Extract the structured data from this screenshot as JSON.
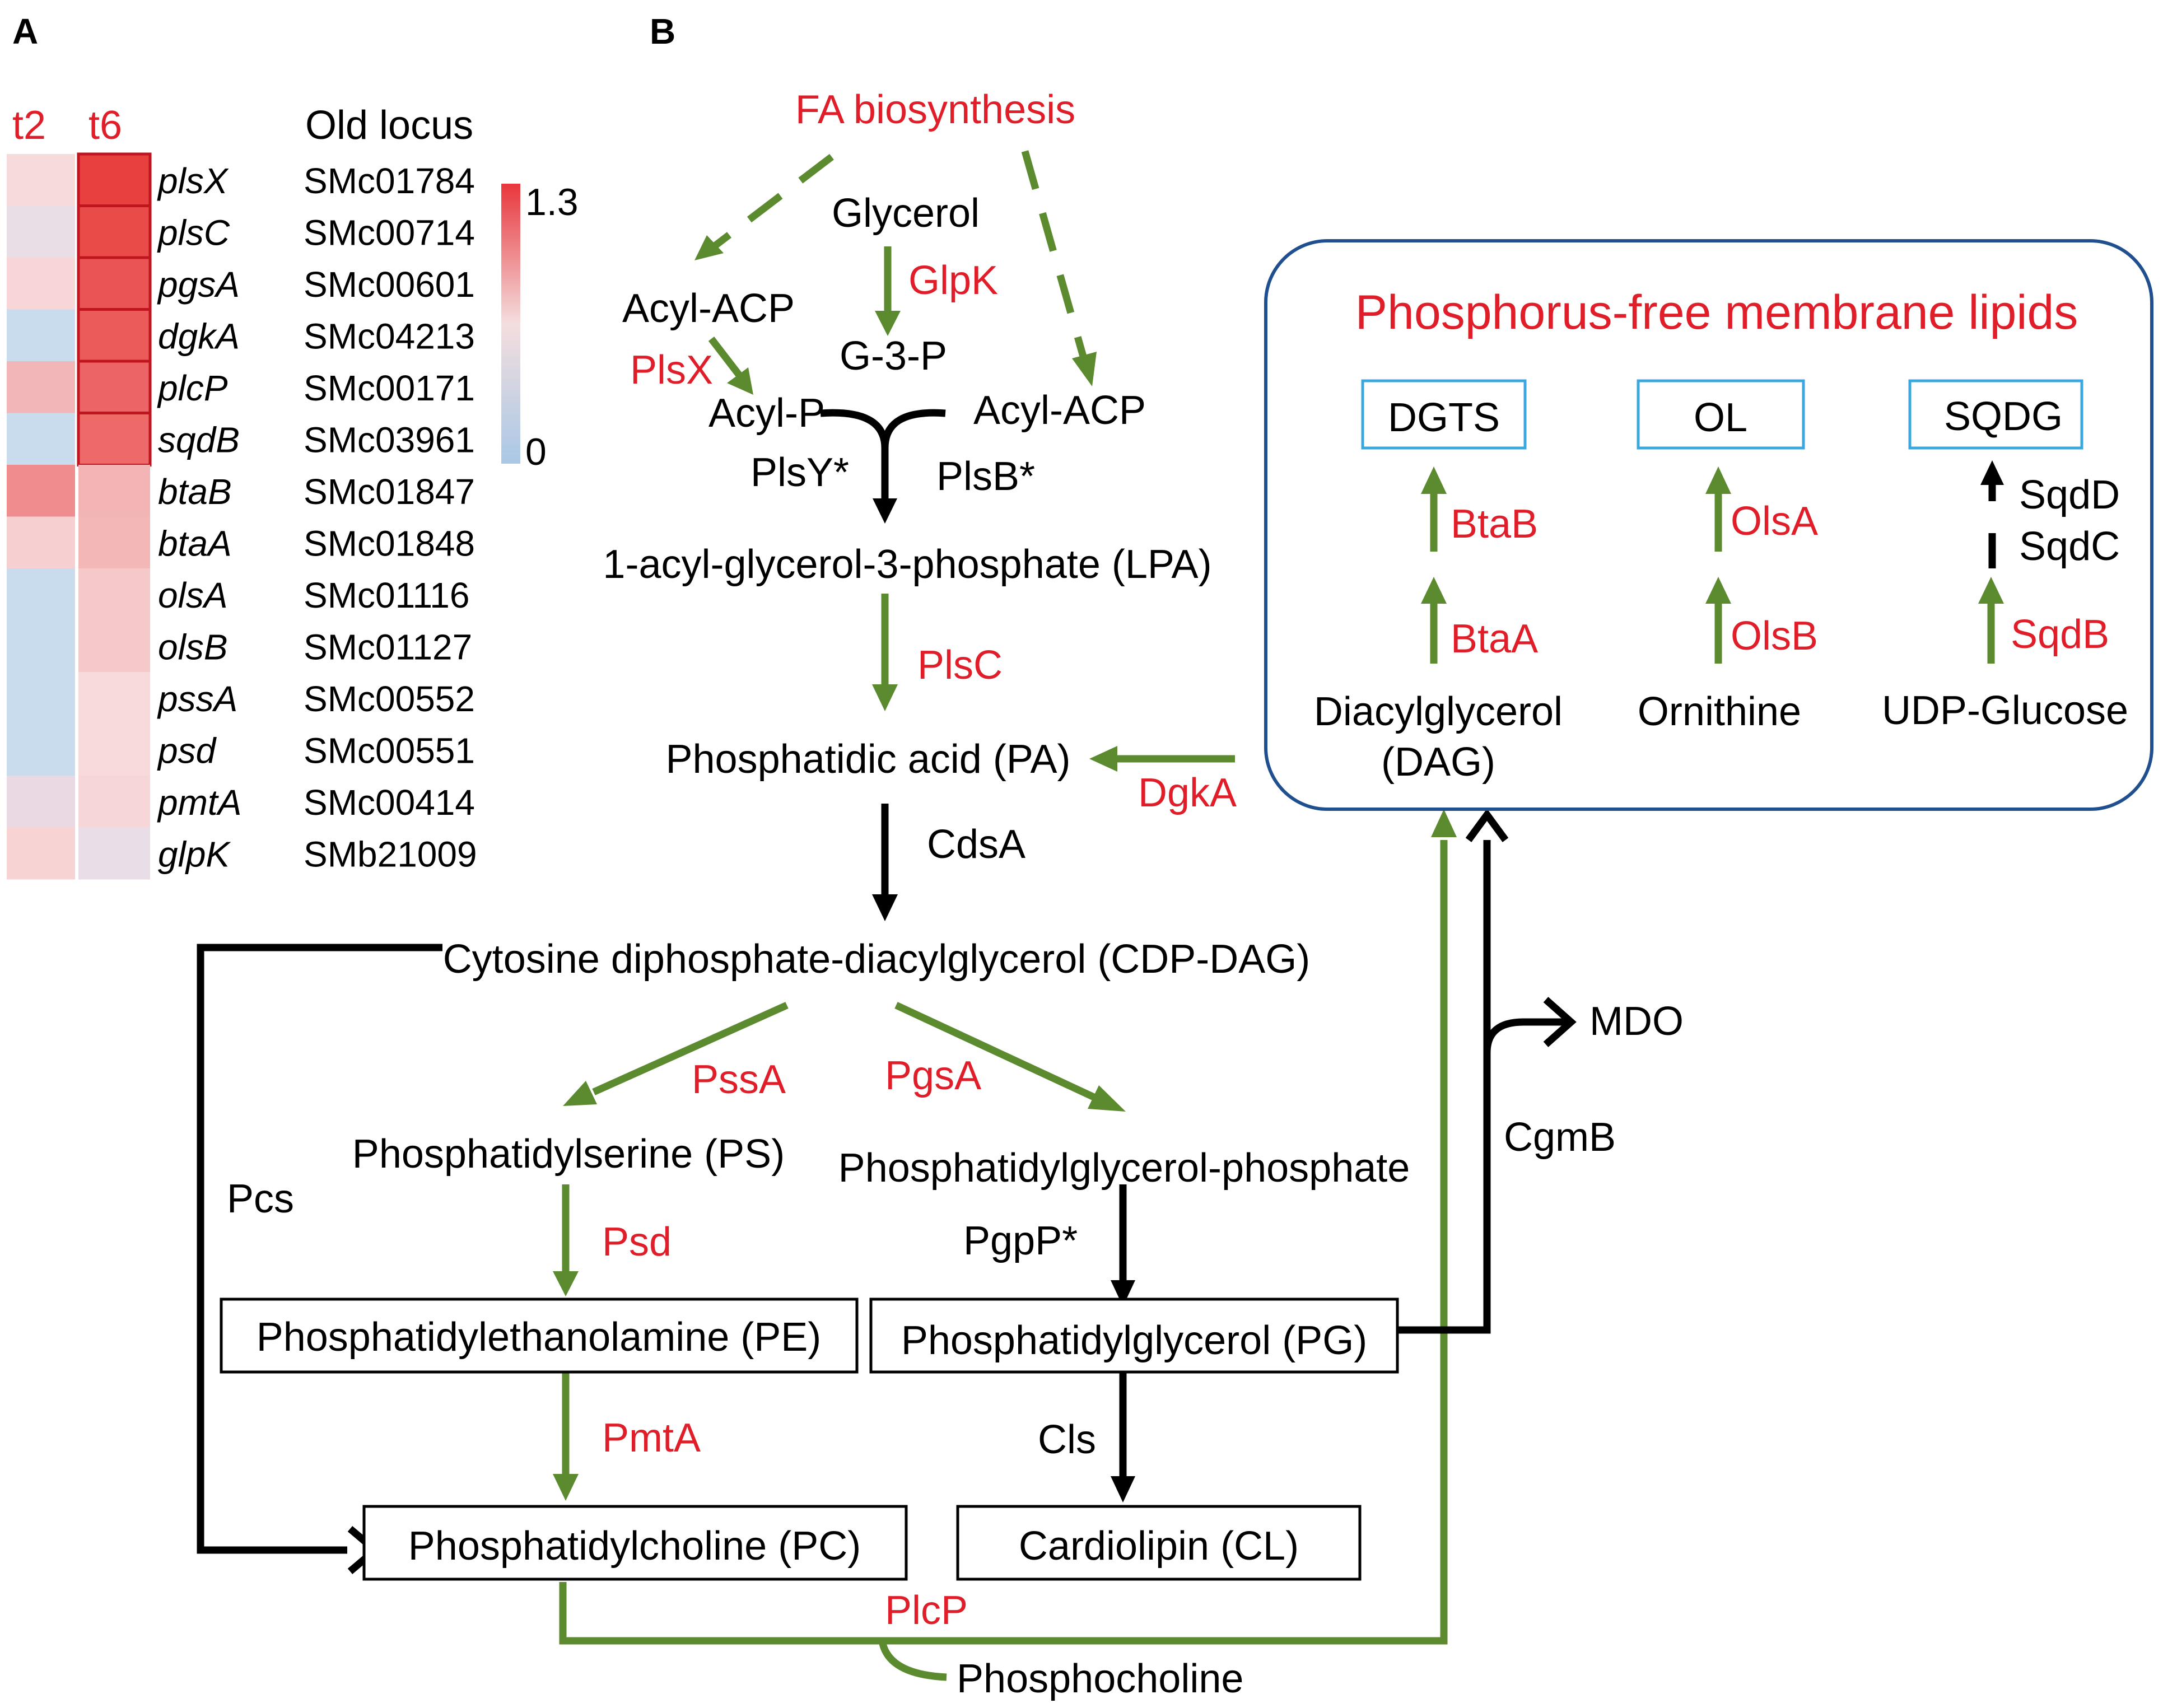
{
  "panel_a": {
    "letter": "A",
    "col_t2": "t2",
    "col_t6": "t6",
    "old_locus_header": "Old locus",
    "scale": {
      "max_label": "1.3",
      "min_label": "0",
      "max_color": "#e8363c",
      "mid_color": "#f4dede",
      "min_color": "#a9c8e6"
    },
    "rows": [
      {
        "gene": "plsX",
        "locus": "SMc01784",
        "t2_color": "#f6dbdb",
        "t6_color": "#e8403f"
      },
      {
        "gene": "plsC",
        "locus": "SMc00714",
        "t2_color": "#e9dde6",
        "t6_color": "#e94b49"
      },
      {
        "gene": "pgsA",
        "locus": "SMc00601",
        "t2_color": "#f8d5d6",
        "t6_color": "#ea5454"
      },
      {
        "gene": "dgkA",
        "locus": "SMc04213",
        "t2_color": "#c8dcee",
        "t6_color": "#eb5b5a"
      },
      {
        "gene": "plcP",
        "locus": "SMc00171",
        "t2_color": "#f3b6b8",
        "t6_color": "#ec6463"
      },
      {
        "gene": "sqdB",
        "locus": "SMc03961",
        "t2_color": "#c8dcee",
        "t6_color": "#ed6a69"
      },
      {
        "gene": "btaB",
        "locus": "SMc01847",
        "t2_color": "#ee8c8e",
        "t6_color": "#f3b4b5"
      },
      {
        "gene": "btaA",
        "locus": "SMc01848",
        "t2_color": "#f6d0d1",
        "t6_color": "#f3b7b8"
      },
      {
        "gene": "olsA",
        "locus": "SMc01116",
        "t2_color": "#c9dcee",
        "t6_color": "#f5c8c9"
      },
      {
        "gene": "olsB",
        "locus": "SMc01127",
        "t2_color": "#c9dcee",
        "t6_color": "#f5c8c9"
      },
      {
        "gene": "pssA",
        "locus": "SMc00552",
        "t2_color": "#c9dcee",
        "t6_color": "#f8dadb"
      },
      {
        "gene": "psd",
        "locus": "SMc00551",
        "t2_color": "#c9dcee",
        "t6_color": "#f8dadb"
      },
      {
        "gene": "pmtA",
        "locus": "SMc00414",
        "t2_color": "#ead9e2",
        "t6_color": "#f7d6d7"
      },
      {
        "gene": "glpK",
        "locus": "SMb21009",
        "t2_color": "#f8d3d4",
        "t6_color": "#e9dee7"
      }
    ]
  },
  "panel_b": {
    "letter": "B",
    "fa_biosynthesis": "FA biosynthesis",
    "glycerol": "Glycerol",
    "acyl_acp_left": "Acyl-ACP",
    "acyl_acp_right": "Acyl-ACP",
    "g3p": "G-3-P",
    "acyl_p": "Acyl-P",
    "glpk": "GlpK",
    "plsx": "PlsX",
    "plsy": "PlsY*",
    "plsb": "PlsB*",
    "lpa": "1-acyl-glycerol-3-phosphate (LPA)",
    "plsc": "PlsC",
    "pa": "Phosphatidic acid (PA)",
    "dgka": "DgkA",
    "cdsa": "CdsA",
    "cdp_dag": "Cytosine diphosphate-diacylglycerol (CDP-DAG)",
    "pssa": "PssA",
    "pgsa": "PgsA",
    "ps": "Phosphatidylserine (PS)",
    "pgp": "Phosphatidylglycerol-phosphate",
    "pcs": "Pcs",
    "psd": "Psd",
    "pgpp": "PgpP*",
    "pe": "Phosphatidylethanolamine (PE)",
    "pg": "Phosphatidylglycerol (PG)",
    "pmta": "PmtA",
    "cls": "Cls",
    "pc": "Phosphatidylcholine (PC)",
    "cl": "Cardiolipin (CL)",
    "plcp": "PlcP",
    "phosphocholine": "Phosphocholine",
    "cgmb": "CgmB",
    "mdo": "MDO",
    "pfree": {
      "title": "Phosphorus-free membrane lipids",
      "dgts": "DGTS",
      "ol": "OL",
      "sqdg": "SQDG",
      "btab": "BtaB",
      "btaa": "BtaA",
      "olsa": "OlsA",
      "olsb": "OlsB",
      "sqdd": "SqdD",
      "sqdc": "SqdC",
      "sqdb": "SqdB",
      "dag_line1": "Diacylglycerol",
      "dag_line2": "(DAG)",
      "ornithine": "Ornithine",
      "udp_glucose": "UDP-Glucose"
    }
  },
  "colors": {
    "enzyme_red": "#e01e2a",
    "green_arrow": "#5c8a2e",
    "black_arrow": "#000000",
    "panel_border": "#1f4f8f",
    "substrate_box": "#3aa7e0"
  }
}
